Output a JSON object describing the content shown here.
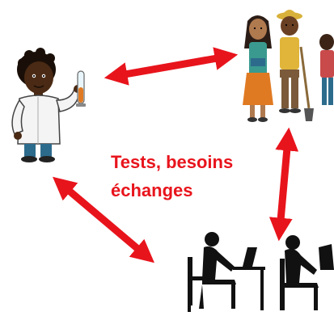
{
  "caption": {
    "line1": "Tests, besoins",
    "line2": "échanges"
  },
  "colors": {
    "arrow": "#e8141c",
    "caption": "#e8141c",
    "silhouette": "#111111",
    "lab_coat": "#f4f4f4",
    "skin_dark": "#4a2a14",
    "skin_medium": "#8a5a35"
  },
  "icons": [
    "scientist-figure",
    "community-figures",
    "people-at-desks-silhouette"
  ]
}
